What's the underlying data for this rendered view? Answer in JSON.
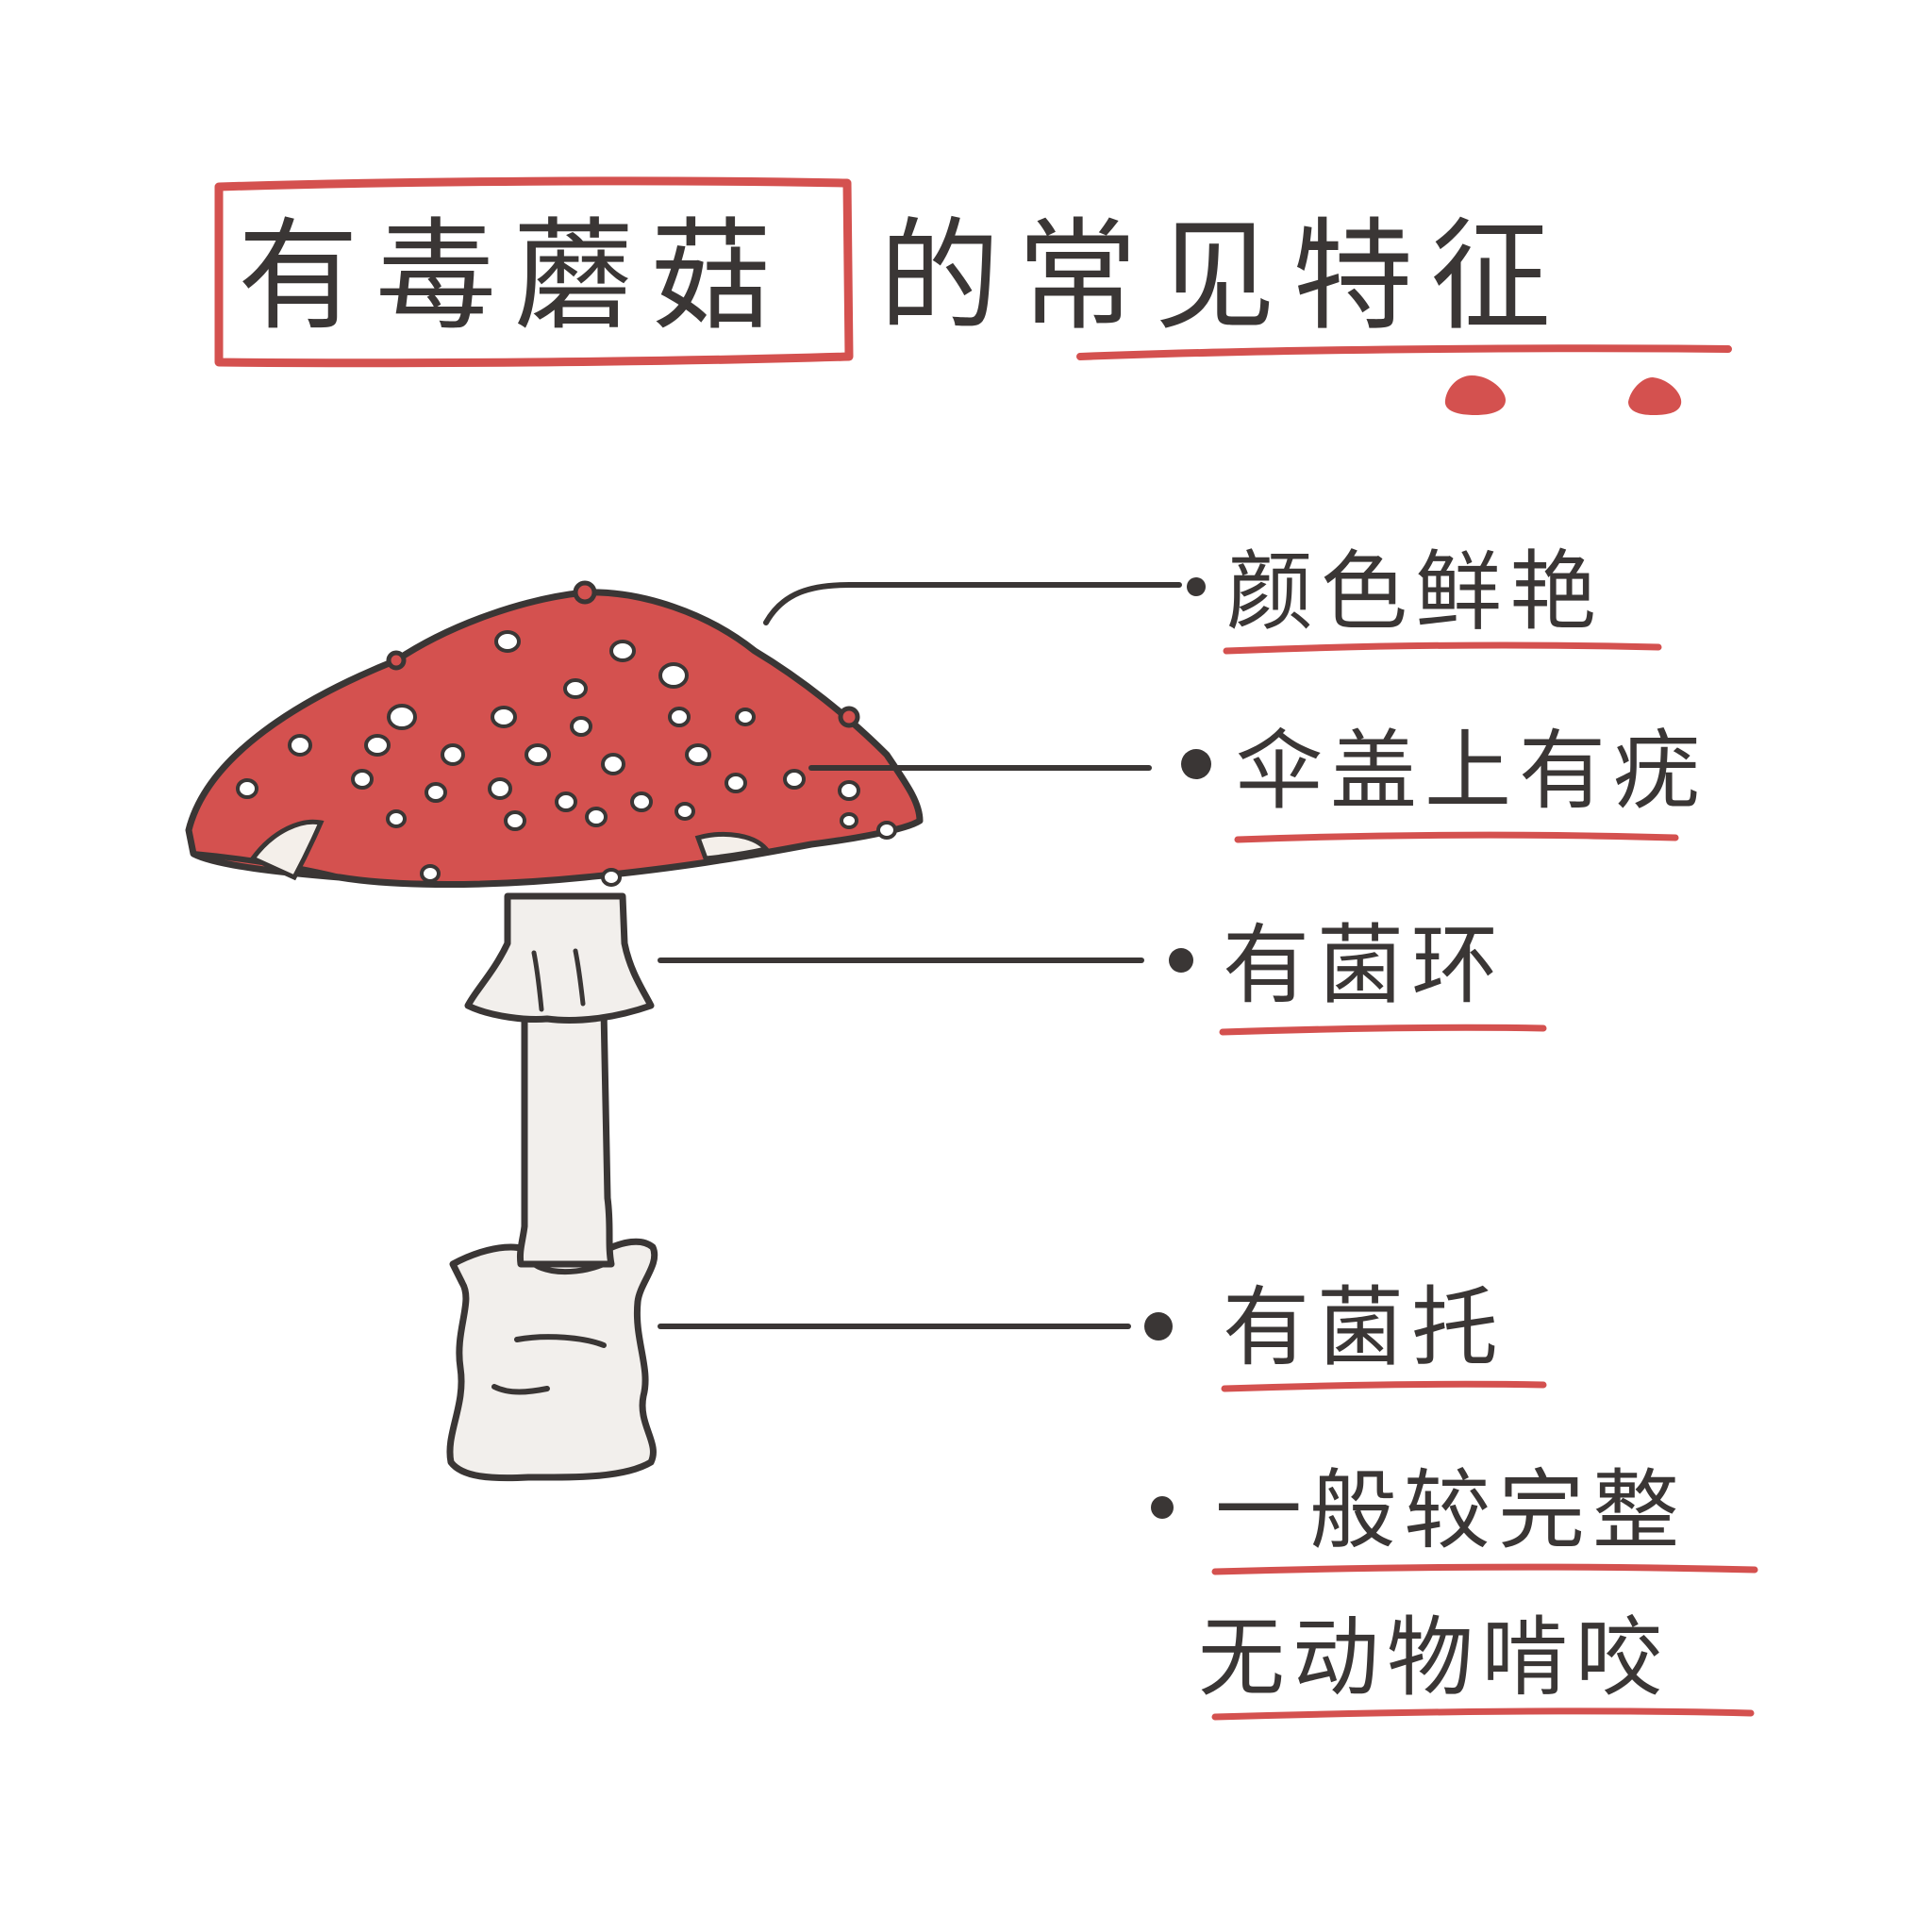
{
  "title": {
    "boxed": "有毒蘑菇",
    "rest": "的常见特征"
  },
  "features": [
    "颜色鲜艳",
    "伞盖上有疣",
    "有菌环",
    "有菌托",
    "一般较完整",
    "无动物啃咬"
  ],
  "colors": {
    "accent_red": "#d4514f",
    "ink": "#3a3635",
    "stem_fill": "#f2efec",
    "spot_fill": "#ffffff",
    "gill_fill": "#f4efea"
  },
  "icons": [
    "mushroom-illustration",
    "bullet-dot",
    "red-drops"
  ]
}
